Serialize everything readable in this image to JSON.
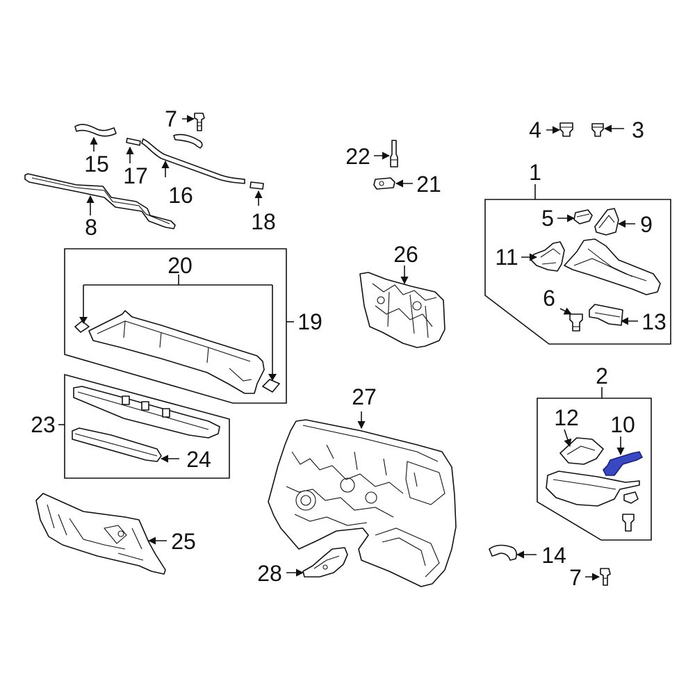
{
  "diagram": {
    "callouts": {
      "n1": "1",
      "n2": "2",
      "n3": "3",
      "n4": "4",
      "n5": "5",
      "n6": "6",
      "n7a": "7",
      "n7b": "7",
      "n8": "8",
      "n9": "9",
      "n10": "10",
      "n11": "11",
      "n12": "12",
      "n13": "13",
      "n14": "14",
      "n15": "15",
      "n16": "16",
      "n17": "17",
      "n18": "18",
      "n19": "19",
      "n20": "20",
      "n21": "21",
      "n22": "22",
      "n23": "23",
      "n24": "24",
      "n25": "25",
      "n26": "26",
      "n27": "27",
      "n28": "28"
    },
    "colors": {
      "line": "#111111",
      "background": "#ffffff",
      "highlight_fill": "#3949c4"
    },
    "highlighted_part": "10"
  }
}
